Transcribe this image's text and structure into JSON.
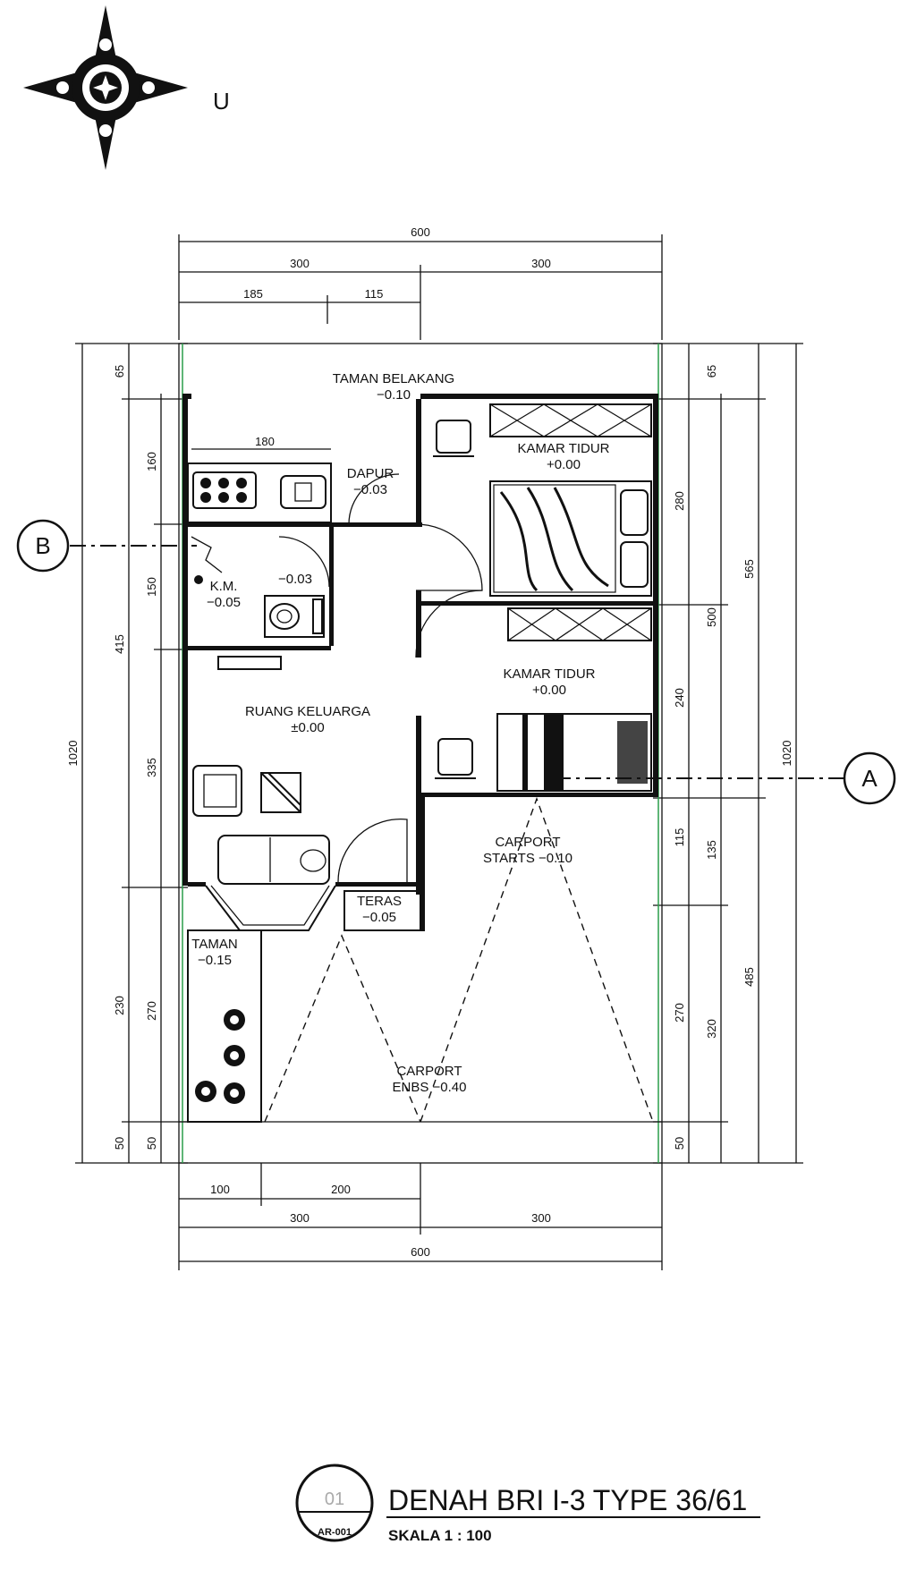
{
  "compass": {
    "north_label": "U",
    "icon": "compass-rose-icon"
  },
  "dimensions": {
    "top_total": "600",
    "top_left": "300",
    "top_right": "300",
    "top_sub_a": "185",
    "top_sub_b": "115",
    "kitchen_counter": "180",
    "bottom_a": "100",
    "bottom_b": "200",
    "bottom_left": "300",
    "bottom_right": "300",
    "bottom_total": "600",
    "left_total": "1020",
    "left_chain": [
      "65",
      "160",
      "150",
      "415",
      "335",
      "270",
      "230",
      "50",
      "50"
    ],
    "right_chain": [
      "65",
      "280",
      "565",
      "500",
      "240",
      "115",
      "135",
      "270",
      "485",
      "320",
      "50"
    ],
    "right_total": "1020"
  },
  "rooms": {
    "taman_belakang": {
      "name": "TAMAN  BELAKANG",
      "level": "−0.10"
    },
    "dapur": {
      "name": "DAPUR",
      "level": "−0.03"
    },
    "kamar_tidur_1": {
      "name": "KAMAR  TIDUR",
      "level": "+0.00"
    },
    "km": {
      "name": "K.M.",
      "level": "−0.05",
      "inner_level": "−0.03"
    },
    "kamar_tidur_2": {
      "name": "KAMAR  TIDUR",
      "level": "+0.00"
    },
    "ruang_keluarga": {
      "name": "RUANG  KELUARGA",
      "level": "±0.00"
    },
    "carport_upper": {
      "name": "CARPORT",
      "level": "STARTS  −0.10"
    },
    "teras": {
      "name": "TERAS",
      "level": "−0.05"
    },
    "taman": {
      "name": "TAMAN",
      "level": "−0.15"
    },
    "carport_lower": {
      "name": "CARPORT",
      "level": "ENBS  −0.40"
    }
  },
  "section_markers": {
    "a": "A",
    "b": "B"
  },
  "title_block": {
    "number": "01",
    "sheet": "AR-001",
    "title": "DENAH BRI I-3 TYPE 36/61",
    "scale": "SKALA 1 :  100"
  }
}
